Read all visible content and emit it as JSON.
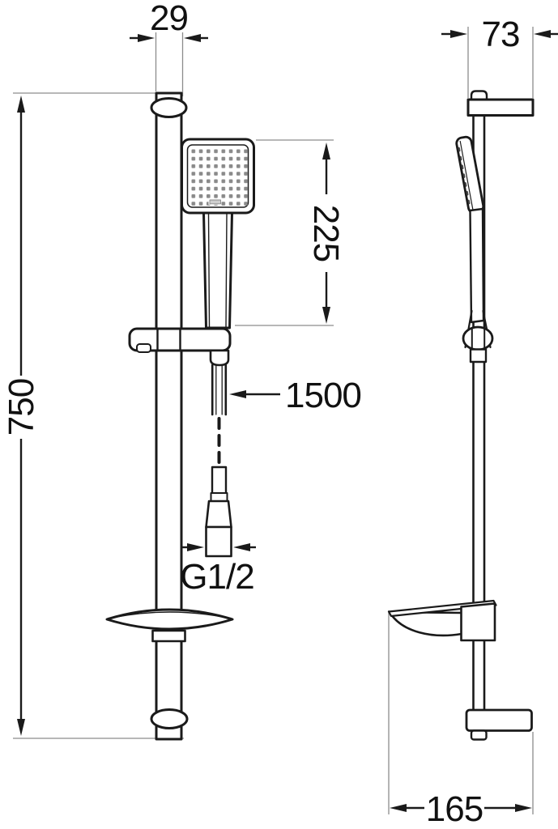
{
  "drawing": {
    "subject": "shower-rail-set-technical-drawing",
    "dimensions": {
      "rail_width": "29",
      "wall_offset": "73",
      "head_to_holder": "225",
      "rail_length": "750",
      "hose_length": "1500",
      "thread_size": "G1/2",
      "bracket_depth": "165"
    },
    "colors": {
      "outline": "#1a1a1a",
      "extension_line": "#8c8c8c",
      "spray_dots": "#8a8a8a",
      "background": "#ffffff"
    }
  }
}
